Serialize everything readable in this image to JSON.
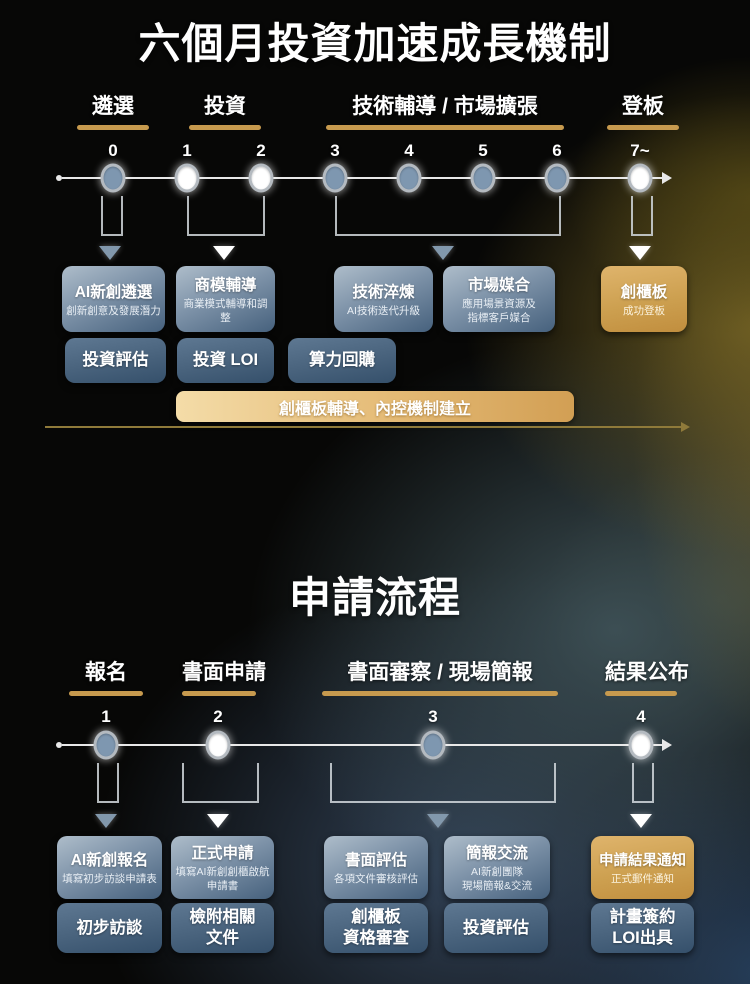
{
  "colors": {
    "background_base": "#070706",
    "accent_gold_underline": "#c79a4e",
    "node_blue": "#7e97b0",
    "node_white": "#ffffff",
    "triangle_steel": "#8298ac",
    "card_blue_top": "#aebdca",
    "card_blue_bottom": "#46617d",
    "card_gold_top": "#dfb46c",
    "card_gold_bottom": "#c18e3e",
    "banner_gold_left": "#f4dca8",
    "banner_gold_right": "#d29f54",
    "divider_gold": "#8f7a3a",
    "timeline_line": "#e8e8e8",
    "text_white": "#ffffff"
  },
  "mechanism": {
    "title": "六個月投資加速成長機制",
    "phases": [
      {
        "label": "遴選"
      },
      {
        "label": "投資"
      },
      {
        "label": "技術輔導 / 市場擴張"
      },
      {
        "label": "登板"
      }
    ],
    "timeline": {
      "points": [
        {
          "label": "0",
          "fill": "blue"
        },
        {
          "label": "1",
          "fill": "white"
        },
        {
          "label": "2",
          "fill": "white"
        },
        {
          "label": "3",
          "fill": "blue"
        },
        {
          "label": "4",
          "fill": "blue"
        },
        {
          "label": "5",
          "fill": "blue"
        },
        {
          "label": "6",
          "fill": "blue"
        },
        {
          "label": "7~",
          "fill": "white"
        }
      ]
    },
    "cards": [
      {
        "title": "AI新創遴選",
        "sub": "創新創意及發展潛力",
        "style": "blue"
      },
      {
        "title": "商模輔導",
        "sub": "商業模式輔導和調整",
        "style": "blue"
      },
      {
        "title": "技術淬煉",
        "sub": "AI技術迭代升級",
        "style": "blue"
      },
      {
        "title": "市場媒合",
        "sub": "應用場景資源及\n指標客戶媒合",
        "style": "blue"
      },
      {
        "title": "創櫃板",
        "sub": "成功登板",
        "style": "gold"
      }
    ],
    "chips": [
      {
        "label": "投資評估"
      },
      {
        "label": "投資 LOI"
      },
      {
        "label": "算力回購"
      }
    ],
    "banner": "創櫃板輔導、內控機制建立"
  },
  "application": {
    "title": "申請流程",
    "phases": [
      {
        "label": "報名"
      },
      {
        "label": "書面申請"
      },
      {
        "label": "書面審察 / 現場簡報"
      },
      {
        "label": "結果公布"
      }
    ],
    "timeline": {
      "points": [
        {
          "label": "1",
          "fill": "blue"
        },
        {
          "label": "2",
          "fill": "white"
        },
        {
          "label": "3",
          "fill": "blue"
        },
        {
          "label": "4",
          "fill": "white"
        }
      ]
    },
    "cards": [
      {
        "title": "AI新創報名",
        "sub": "填寫初步訪談申請表",
        "style": "blue"
      },
      {
        "title": "正式申請",
        "sub": "填寫AI新創創櫃啟航\n申請書",
        "style": "blue"
      },
      {
        "title": "書面評估",
        "sub": "各項文件審核評估",
        "style": "blue"
      },
      {
        "title": "簡報交流",
        "sub": "AI新創團隊\n現場簡報&交流",
        "style": "blue"
      },
      {
        "title": "申請結果通知",
        "sub": "正式郵件通知",
        "style": "gold"
      }
    ],
    "chips": [
      {
        "label": "初步訪談"
      },
      {
        "label": "檢附相關\n文件"
      },
      {
        "label": "創櫃板\n資格審查"
      },
      {
        "label": "投資評估"
      },
      {
        "label": "計畫簽約\nLOI出具"
      }
    ]
  }
}
